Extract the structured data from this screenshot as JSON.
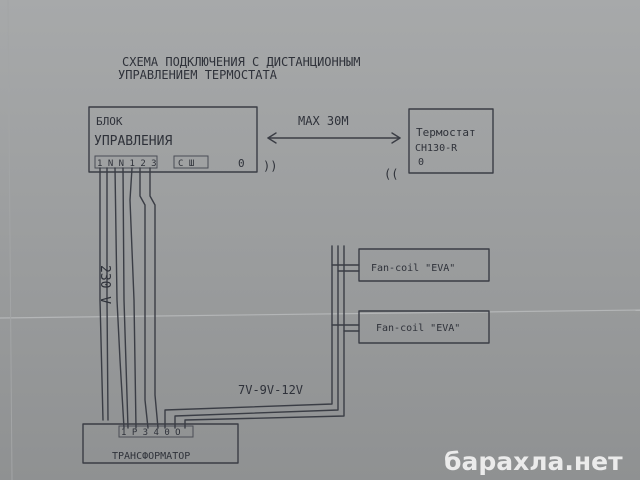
{
  "title": {
    "line1": "СХЕМА ПОДКЛЮЧЕНИЯ С ДИСТАНЦИОННЫМ",
    "line2": "УПРАВЛЕНИЕМ ТЕРМОСТАТА"
  },
  "control_unit": {
    "line1": "БЛОК",
    "line2": "УПРАВЛЕНИЯ",
    "terminals": "1 N N 1 2 3",
    "terminals_right": "С Ш",
    "indicator": "0"
  },
  "distance_label": "MAX 30M",
  "wireless_left": "))",
  "wireless_right": "((",
  "thermostat": {
    "line1": "Термостат",
    "line2": "CH130-R",
    "indicator": "0"
  },
  "fancoil_1": "Fan-coil \"EVA\"",
  "fancoil_2": "Fan-coil \"EVA\"",
  "voltage_label": "230 V",
  "speed_label": "7V-9V-12V",
  "transformer": {
    "label": "ТРАНСФОРМАТОР",
    "terminals": "1 P 3 4 0 О"
  },
  "watermark": "барахла.нет",
  "colors": {
    "paper": "#9a9c9d",
    "ink": "#3a3d45",
    "watermark": "#ffffff"
  }
}
